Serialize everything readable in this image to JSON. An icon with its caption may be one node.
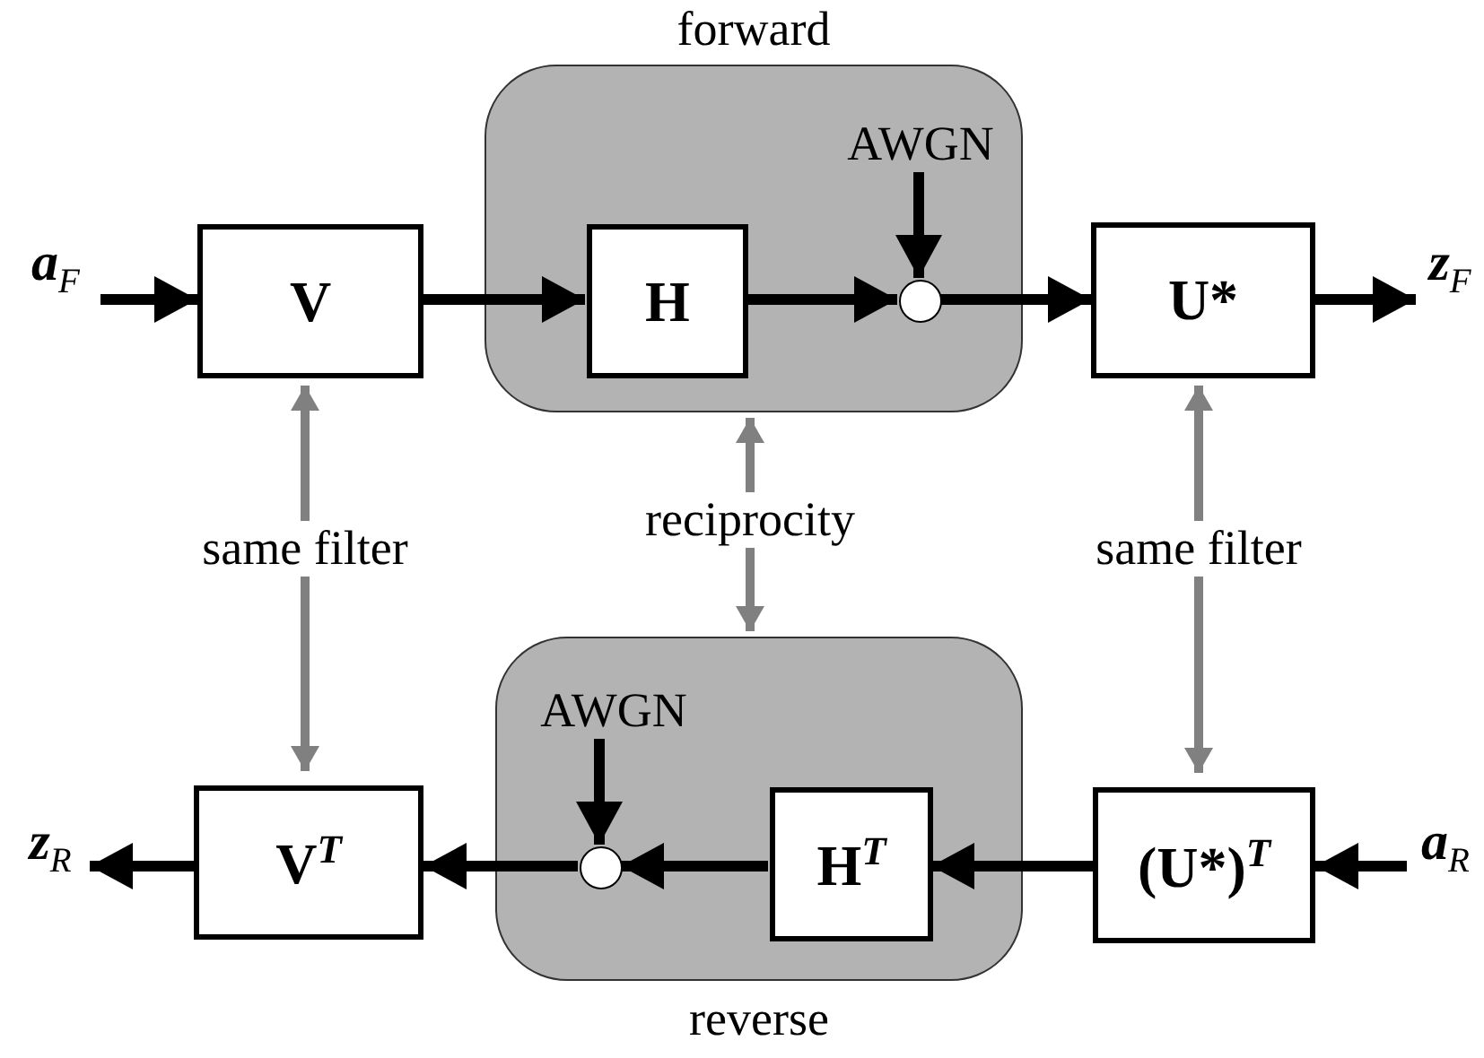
{
  "diagram": {
    "nodes": [
      {
        "text": [
          "forward"
        ]
      },
      {
        "text": [
          "V"
        ]
      },
      {
        "text": [
          "H"
        ],
        "in": 0
      },
      {
        "text": [
          "AWGN"
        ],
        "in": 0
      },
      {
        "text": [],
        "shape": "circle",
        "in": 0
      },
      {
        "text": [
          "U*"
        ]
      },
      {
        "text": [
          "**a**$_{F}$"
        ]
      },
      {
        "text": [
          "**z**$_{F}$"
        ]
      },
      {
        "text": [
          "reverse"
        ]
      },
      {
        "text": [
          "V$^{T}$"
        ]
      },
      {
        "text": [
          "AWGN"
        ],
        "in": 8
      },
      {
        "text": [],
        "shape": "circle",
        "in": 8
      },
      {
        "text": [
          "H$^{T}$"
        ],
        "in": 8
      },
      {
        "text": [
          "(U*)$^{T}$"
        ]
      },
      {
        "text": [
          "**a**$_{R}$"
        ]
      },
      {
        "text": [
          "**z**$_{R}$"
        ]
      }
    ],
    "edges": [
      {
        "from": 6,
        "to": 1,
        "arrow": "to"
      },
      {
        "from": 1,
        "to": 2,
        "arrow": "to"
      },
      {
        "from": 2,
        "to": 4,
        "arrow": "to"
      },
      {
        "from": 3,
        "to": 4,
        "arrow": "to"
      },
      {
        "from": 4,
        "to": 5,
        "arrow": "to"
      },
      {
        "from": 5,
        "to": 7,
        "arrow": "to"
      },
      {
        "from": 14,
        "to": 13,
        "arrow": "to"
      },
      {
        "from": 13,
        "to": 12,
        "arrow": "to"
      },
      {
        "from": 12,
        "to": 11,
        "arrow": "to"
      },
      {
        "from": 10,
        "to": 11,
        "arrow": "to"
      },
      {
        "from": 11,
        "to": 9,
        "arrow": "to"
      },
      {
        "from": 9,
        "to": 15,
        "arrow": "to"
      },
      {
        "from": 1,
        "to": 9,
        "arrow": "both",
        "label": "same filter",
        "color": "#808080"
      },
      {
        "from": 0,
        "to": 8,
        "arrow": "both",
        "label": "reciprocity",
        "color": "#808080"
      },
      {
        "from": 5,
        "to": 13,
        "arrow": "both",
        "label": "same filter",
        "color": "#808080"
      }
    ]
  }
}
